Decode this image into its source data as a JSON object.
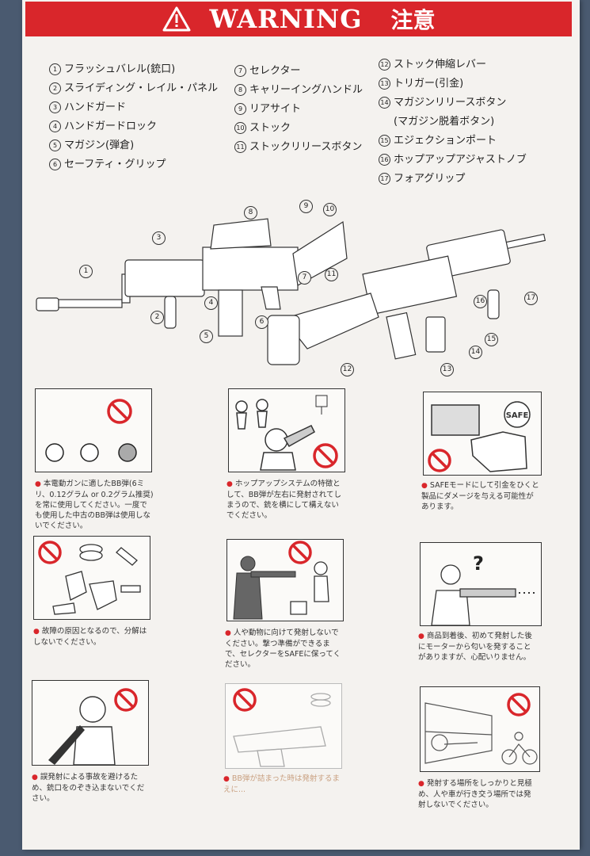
{
  "header": {
    "title_en": "WARNING",
    "title_ja": "注意",
    "icon": "warning-triangle-icon"
  },
  "parts": {
    "col1": [
      {
        "num": "1",
        "label": "フラッシュバレル(銃口)"
      },
      {
        "num": "2",
        "label": "スライディング・レイル・パネル"
      },
      {
        "num": "3",
        "label": "ハンドガード"
      },
      {
        "num": "4",
        "label": "ハンドガードロック"
      },
      {
        "num": "5",
        "label": "マガジン(弾倉)"
      },
      {
        "num": "6",
        "label": "セーフティ・グリップ"
      }
    ],
    "col2": [
      {
        "num": "7",
        "label": "セレクター"
      },
      {
        "num": "8",
        "label": "キャリーイングハンドル"
      },
      {
        "num": "9",
        "label": "リアサイト"
      },
      {
        "num": "10",
        "label": "ストック"
      },
      {
        "num": "11",
        "label": "ストックリリースボタン"
      }
    ],
    "col3": [
      {
        "num": "12",
        "label": "ストック伸縮レバー"
      },
      {
        "num": "13",
        "label": "トリガー(引金)"
      },
      {
        "num": "14",
        "label": "マガジンリリースボタン"
      },
      {
        "num": "",
        "label": "(マガジン脱着ボタン)"
      },
      {
        "num": "15",
        "label": "エジェクションポート"
      },
      {
        "num": "16",
        "label": "ホップアップアジャストノブ"
      },
      {
        "num": "17",
        "label": "フォアグリップ"
      }
    ]
  },
  "callouts": [
    "1",
    "2",
    "3",
    "4",
    "5",
    "6",
    "7",
    "8",
    "9",
    "10",
    "11",
    "12",
    "13",
    "14",
    "15",
    "16",
    "17"
  ],
  "warnings": [
    {
      "text": "本電動ガンに適したBB弾(6ミリ、0.12グラム or 0.2グラム推奨)を常に使用してください。一度でも使用した中古のBB弾は使用しないでください。"
    },
    {
      "text": "ホップアップシステムの特徴として、BB弾が左右に発射されてしまうので、銃を横にして構えないでください。"
    },
    {
      "text": "SAFEモードにして引金をひくと製品にダメージを与える可能性があります。",
      "badge": "SAFE"
    },
    {
      "text": "故障の原因となるので、分解はしないでください。"
    },
    {
      "text": "人や動物に向けて発射しないでください。撃つ準備ができるまで、セレクターをSAFEに保ってください。"
    },
    {
      "text": "商品到着後、初めて発射した後にモーターから匂いを発することがありますが、心配いりません。",
      "mark": "?"
    },
    {
      "text": "誤発射による事故を避けるため、銃口をのぞき込まないでください。"
    },
    {
      "text": "BB弾が詰まった時は発射するまえに...",
      "faded": true
    },
    {
      "text": "発射する場所をしっかりと見極め、人や車が行き交う場所では発射しないでください。"
    }
  ],
  "colors": {
    "banner": "#d9262b",
    "prohibit": "#d9262b",
    "paper": "#f4f2ef"
  }
}
